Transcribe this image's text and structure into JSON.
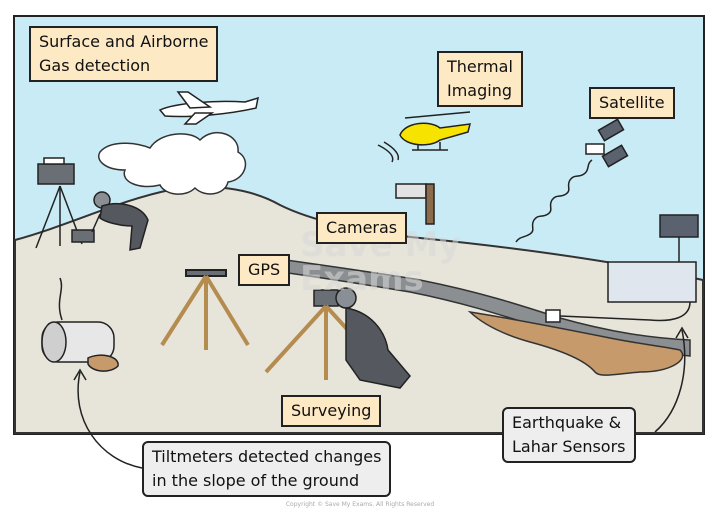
{
  "labels": {
    "gas": "Surface and Airborne\nGas detection",
    "thermal": "Thermal\nImaging",
    "satellite": "Satellite",
    "cameras": "Cameras",
    "gps": "GPS",
    "surveying": "Surveying",
    "sensors": "Earthquake &\nLahar Sensors",
    "tiltmeters": "Tiltmeters detected changes\nin the slope of the ground"
  },
  "watermark": {
    "line1": "Save My",
    "line2": "Exams"
  },
  "copyright": "Copyright © Save My Exams. All Rights Reserved",
  "colors": {
    "sky": "#c9ebf5",
    "ground": "#e7e4da",
    "label_fill": "#fde9c4",
    "callout_fill": "#eeeeee",
    "helicopter": "#f6e300",
    "lahar": "#c69a6b",
    "river": "#8b8f92"
  }
}
